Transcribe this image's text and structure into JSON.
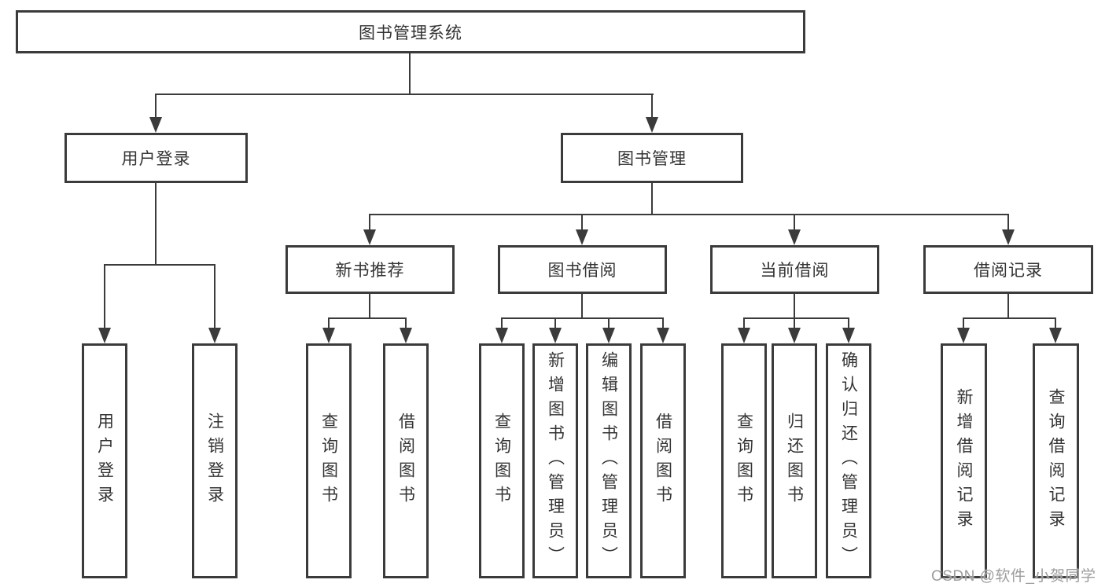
{
  "diagram": {
    "root": {
      "label": "图书管理系统",
      "children": [
        {
          "label": "用户登录",
          "children": [
            {
              "label": "用户登录"
            },
            {
              "label": "注销登录"
            }
          ]
        },
        {
          "label": "图书管理",
          "children": [
            {
              "label": "新书推荐",
              "children": [
                {
                  "label": "查询图书"
                },
                {
                  "label": "借阅图书"
                }
              ]
            },
            {
              "label": "图书借阅",
              "children": [
                {
                  "label": "查询图书"
                },
                {
                  "label": "新增图书（管理员）"
                },
                {
                  "label": "编辑图书（管理员）"
                },
                {
                  "label": "借阅图书"
                }
              ]
            },
            {
              "label": "当前借阅",
              "children": [
                {
                  "label": "查询图书"
                },
                {
                  "label": "归还图书"
                },
                {
                  "label": "确认归还（管理员）"
                }
              ]
            },
            {
              "label": "借阅记录",
              "children": [
                {
                  "label": "新增借阅记录"
                },
                {
                  "label": "查询借阅记录"
                }
              ]
            }
          ]
        }
      ]
    }
  },
  "watermark": {
    "text": "CSDN @软件_小贺同学"
  },
  "colors": {
    "line": "#3b3b3b",
    "box_border": "#3b3b3b",
    "box_fill": "#ffffff",
    "text": "#333333",
    "watermark": "#9c9c9c",
    "background": "#ffffff"
  }
}
